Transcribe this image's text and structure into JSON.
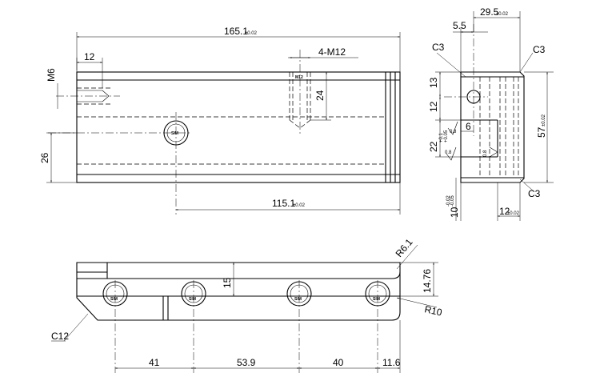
{
  "front": {
    "length": "165.1",
    "length_tol": "±0.02",
    "m6": "M6",
    "d12": "12",
    "m12": "4-M12",
    "d24": "24",
    "d26": "26",
    "hole": "115.1",
    "hole_tol": "±0.02",
    "pin": "SIM"
  },
  "side": {
    "d295": "29.5",
    "d295_tol": "±0.02",
    "d55": "5.5",
    "c3a": "C3",
    "c3b": "C3",
    "c3c": "C3",
    "d13": "13",
    "d12": "12",
    "d6": "6",
    "d57": "57",
    "d57_tol": "±0.02",
    "d22": "22",
    "d22_tol": "+0.1\n+0.05",
    "rough1": "0.8",
    "rough2": "0.8",
    "rough3": "0.8",
    "d10": "10",
    "d10_tol": "-0.02\n-0.05",
    "d12b": "12",
    "d12b_tol": "±0.02"
  },
  "top": {
    "r61": "R6.1",
    "r10": "R10",
    "d1476": "14.76",
    "d15": "15",
    "c12": "C12",
    "d41": "41",
    "d539": "53.9",
    "d40": "40",
    "d116": "11.6",
    "pin1": "SIM",
    "pin2": "SIM",
    "pin3": "SIM",
    "pin4": "SIM"
  }
}
